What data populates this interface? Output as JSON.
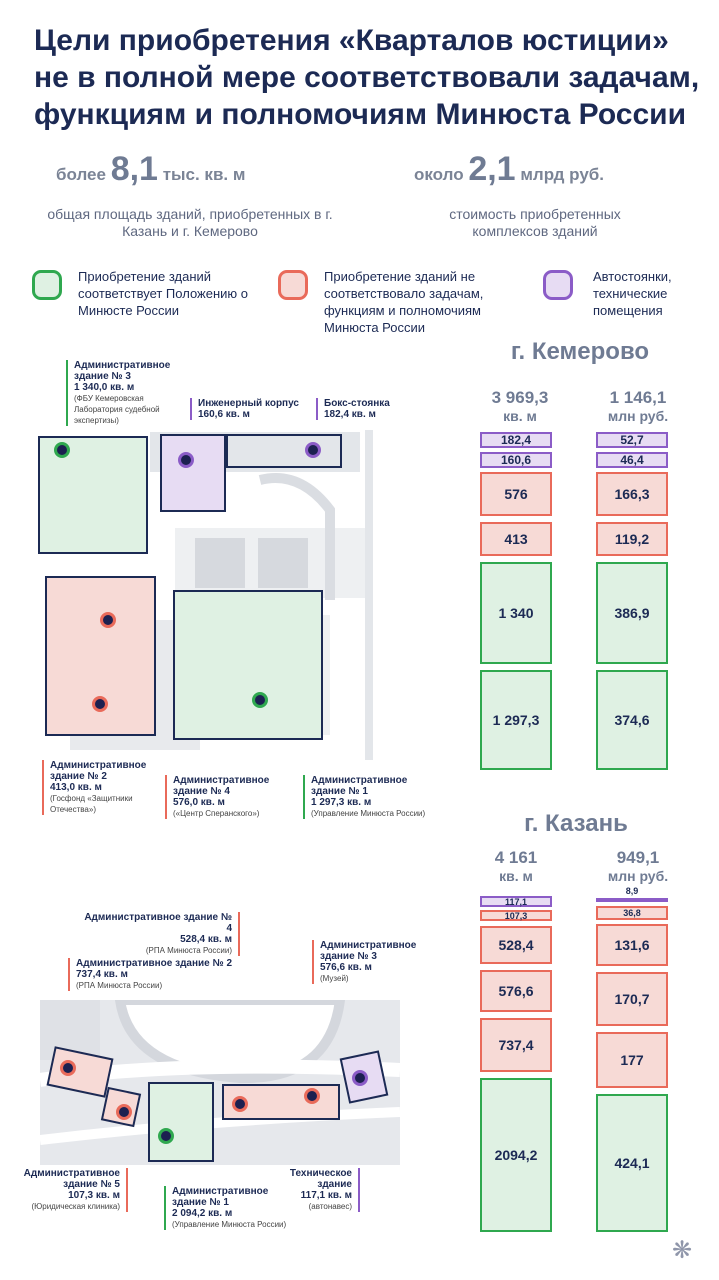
{
  "title": "Цели приобретения «Кварталов юстиции» не в полной мере соответствовали задачам, функциям и полномочиям Минюста России",
  "stats": [
    {
      "prefix": "более",
      "value": "8,1",
      "unit": "тыс. кв. м",
      "caption": "общая площадь зданий, приобретенных в г. Казань и г. Кемерово"
    },
    {
      "prefix": "около",
      "value": "2,1",
      "unit": "млрд руб.",
      "caption": "стоимость приобретенных комплексов зданий"
    }
  ],
  "legend": [
    {
      "text": "Приобретение зданий соответствует Положению о Минюсте России",
      "color": "#2fa84f"
    },
    {
      "text": "Приобретение зданий не соответствовало задачам, функциям и полномочиям Минюста России",
      "color": "#e96a5a"
    },
    {
      "text": "Автостоянки, технические помещения",
      "color": "#8b5cc7"
    }
  ],
  "kemerovo": {
    "city": "г. Кемерово",
    "area_total": "3 969,3",
    "area_unit": "кв. м",
    "cost_total": "1 146,1",
    "cost_unit": "млн руб.",
    "area_bars": [
      "182,4",
      "160,6",
      "576",
      "413",
      "1 340",
      "1 297,3"
    ],
    "cost_bars": [
      "52,7",
      "46,4",
      "166,3",
      "119,2",
      "386,9",
      "374,6"
    ],
    "labels": {
      "b3_t": "Административное здание № 3",
      "b3_v": "1 340,0 кв. м",
      "b3_n": "(ФБУ Кемеровская Лаборатория судебной экспертизы)",
      "eng_t": "Инженерный корпус",
      "eng_v": "160,6 кв. м",
      "box_t": "Бокс-стоянка",
      "box_v": "182,4 кв. м",
      "b2_t": "Административное здание № 2",
      "b2_v": "413,0 кв. м",
      "b2_n": "(Госфонд «Защитники Отечества»)",
      "b4_t": "Административное здание № 4",
      "b4_v": "576,0 кв. м",
      "b4_n": "(«Центр Сперанского»)",
      "b1_t": "Административное здание № 1",
      "b1_v": "1 297,3 кв. м",
      "b1_n": "(Управление Минюста России)"
    }
  },
  "kazan": {
    "city": "г. Казань",
    "area_total": "4 161",
    "area_unit": "кв. м",
    "cost_total": "949,1",
    "cost_unit": "млн руб.",
    "area_bars": [
      "117,1",
      "107,3",
      "528,4",
      "576,6",
      "737,4",
      "2094,2"
    ],
    "cost_bars": [
      "8,9",
      "36,8",
      "131,6",
      "170,7",
      "177",
      "424,1"
    ],
    "labels": {
      "b4_t": "Административное здание № 4",
      "b4_v": "528,4 кв. м",
      "b4_n": "(РПА Минюста России)",
      "b2_t": "Административное здание № 2",
      "b2_v": "737,4 кв. м",
      "b2_n": "(РПА Минюста России)",
      "b3_t": "Административное здание № 3",
      "b3_v": "576,6 кв. м",
      "b3_n": "(Музей)",
      "b5_t": "Административное здание № 5",
      "b5_v": "107,3 кв. м",
      "b5_n": "(Юридическая клиника)",
      "b1_t": "Административное здание № 1",
      "b1_v": "2 094,2 кв. м",
      "b1_n": "(Управление Минюста России)",
      "tech_t": "Техническое здание",
      "tech_v": "117,1 кв. м",
      "tech_n": "(автонавес)"
    }
  },
  "colors": {
    "green": "#2fa84f",
    "red": "#e96a5a",
    "purple": "#8b5cc7",
    "navy": "#1c2a54"
  },
  "logo_icon": "double-headed-eagle-icon"
}
